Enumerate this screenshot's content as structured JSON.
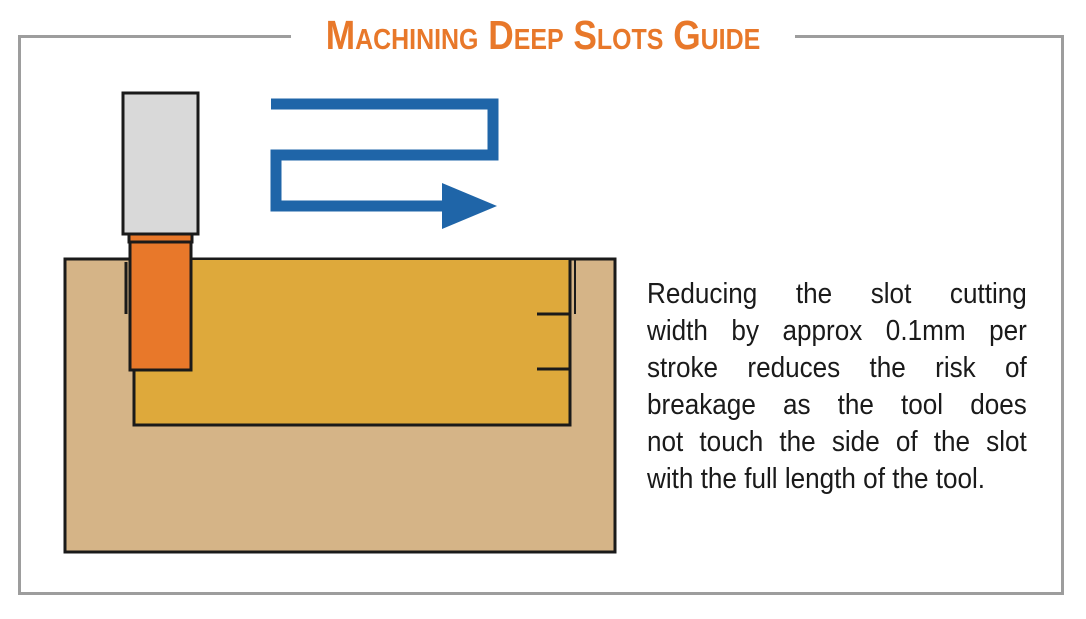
{
  "title": "Machining Deep Slots Guide",
  "description": {
    "lines": [
      "Reducing the slot cutting",
      "width by approx 0.1mm per",
      "stroke reduces the risk of",
      "breakage as the tool does",
      "not touch the side of the slot",
      "with the full length of the tool."
    ]
  },
  "colors": {
    "title": "#e8782a",
    "frame": "#9d9d9d",
    "workpiece": "#d5b487",
    "slot": "#dea93b",
    "tool_shank": "#d9d9d9",
    "tool_cutter": "#e8782a",
    "path_arrow": "#1f65a8",
    "outline": "#1a1a1a"
  }
}
